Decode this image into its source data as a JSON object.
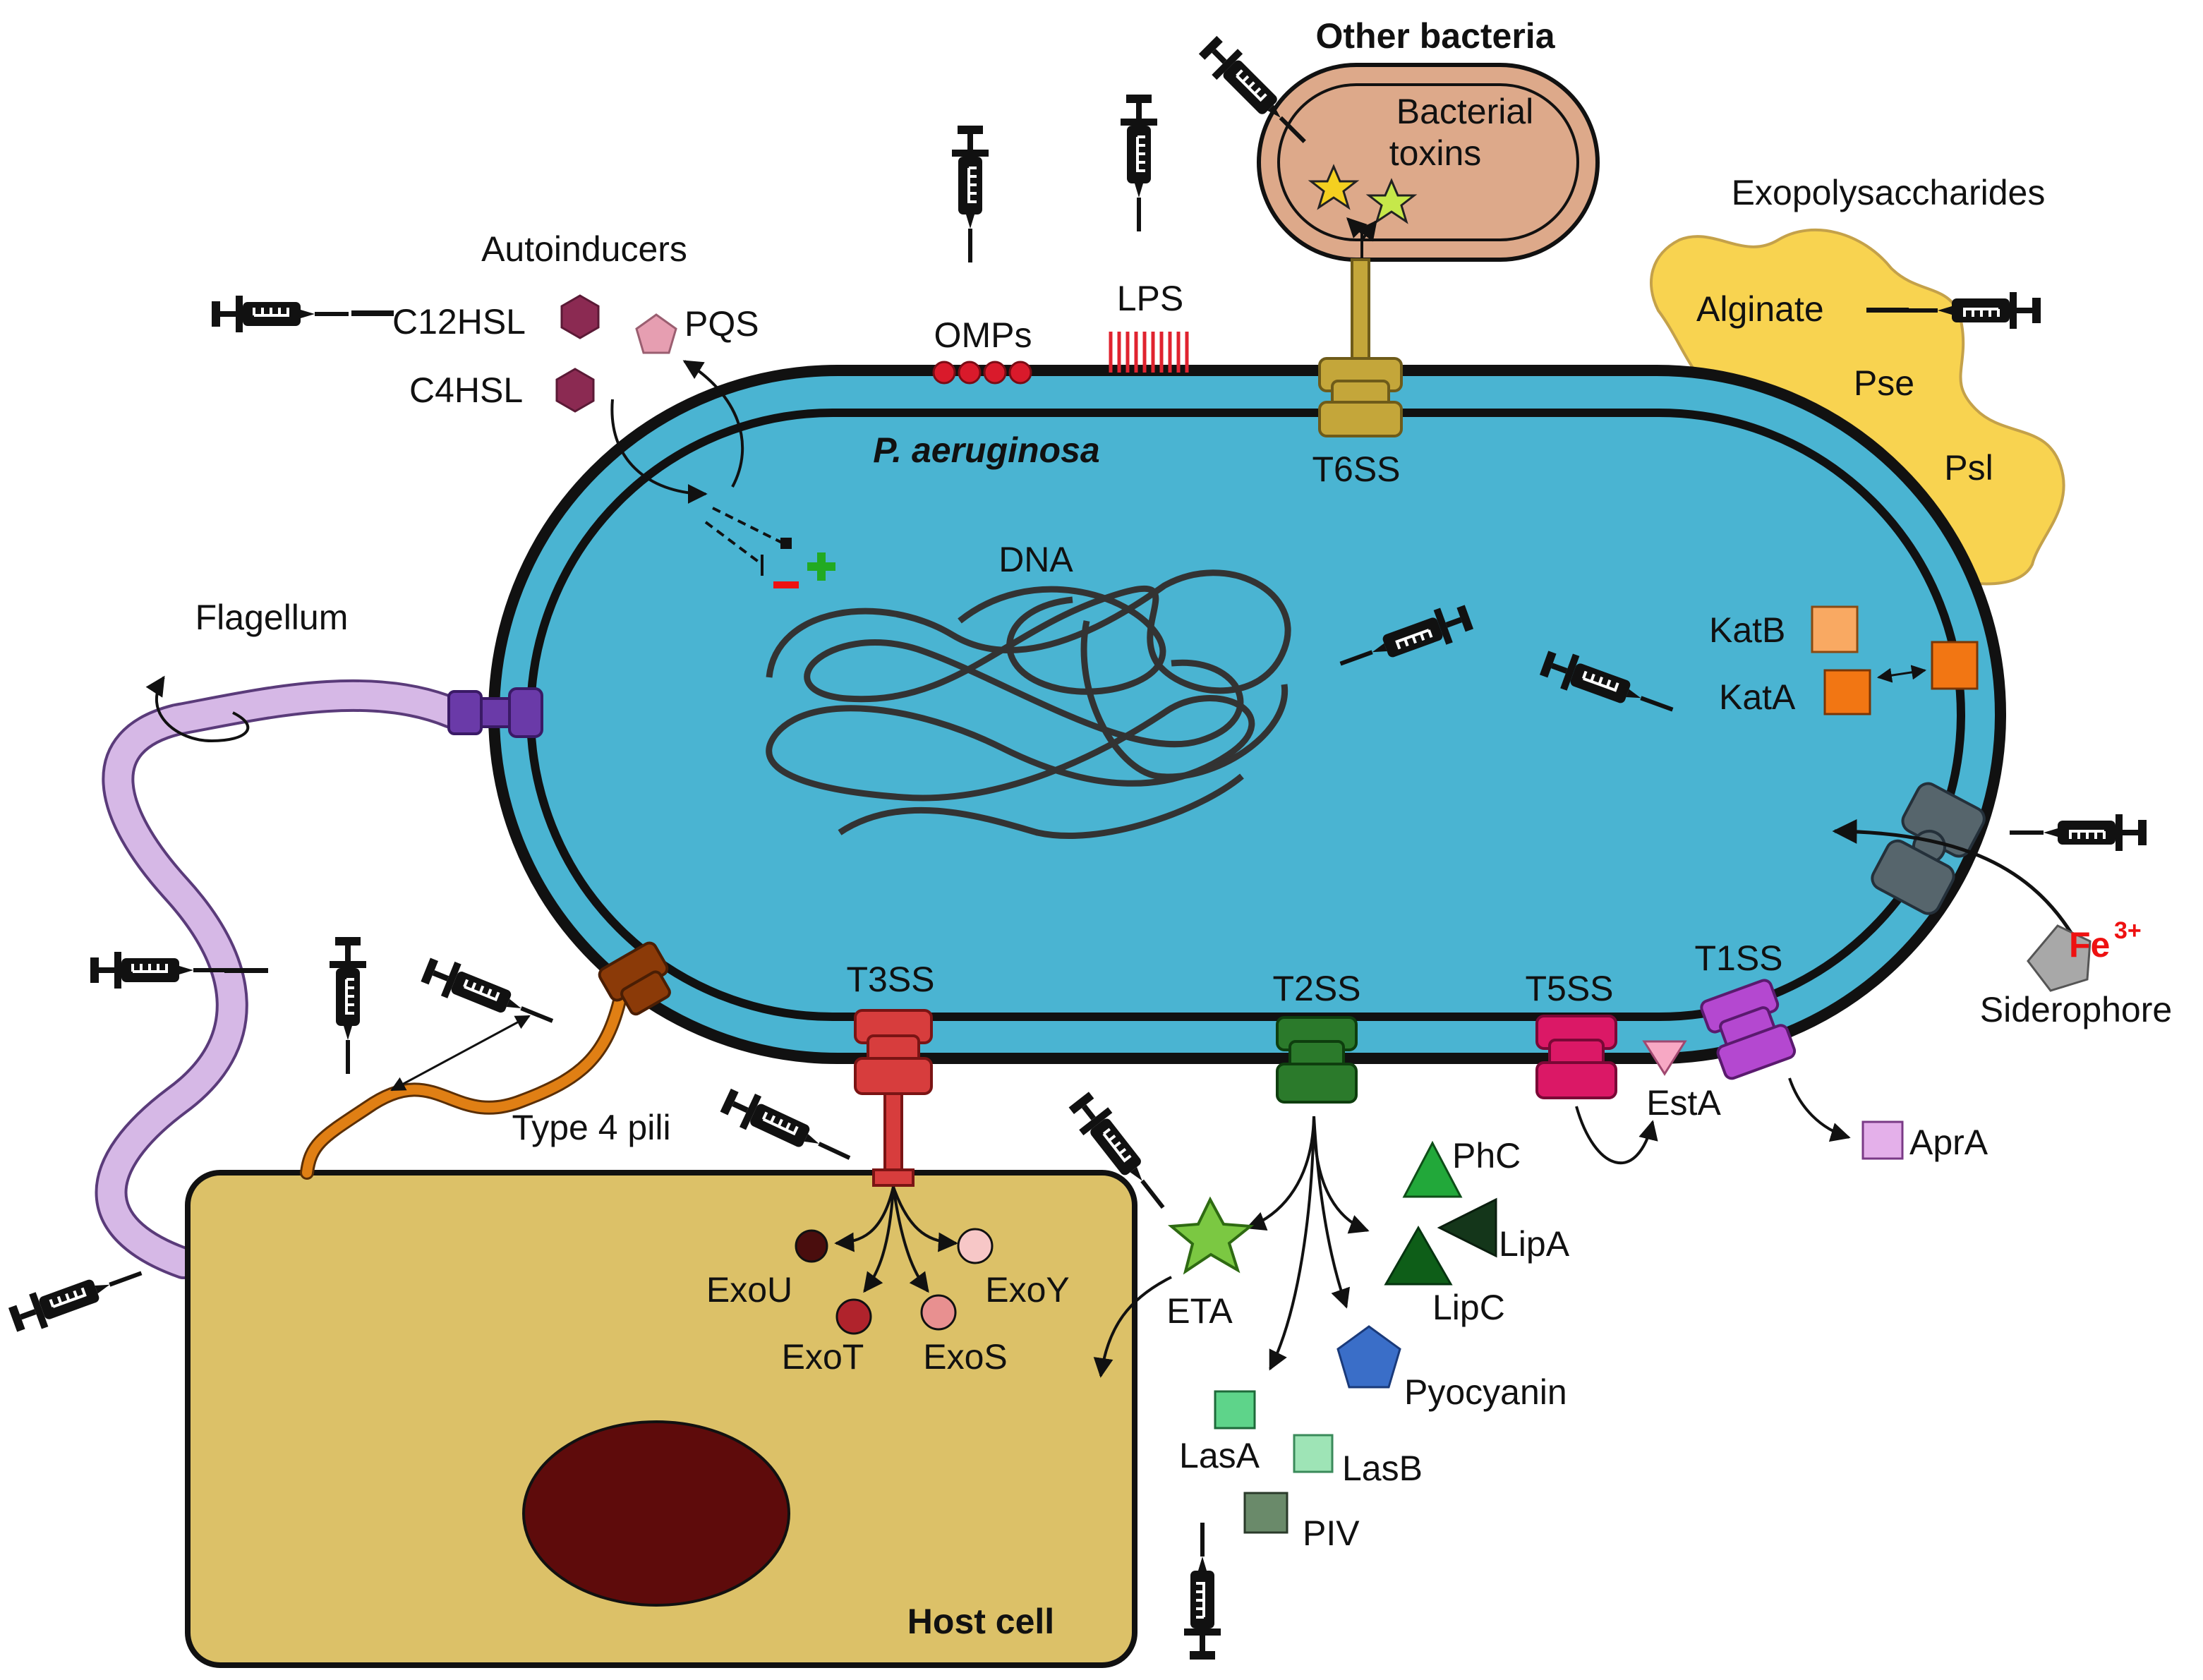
{
  "cells": {
    "bacterium": "P. aeruginosa",
    "host_cell": "Host cell",
    "other_bacteria": "Other bacteria",
    "bacterial_toxins_1": "Bacterial",
    "bacterial_toxins_2": "toxins",
    "dna": "DNA"
  },
  "autoinducers": {
    "title": "Autoinducers",
    "c12hsl": "C12HSL",
    "c4hsl": "C4HSL",
    "pqs": "PQS"
  },
  "surface": {
    "omps": "OMPs",
    "lps": "LPS",
    "t6ss": "T6SS",
    "flagellum": "Flagellum",
    "type4pili": "Type 4 pili"
  },
  "exopolysaccharides": {
    "title": "Exopolysaccharides",
    "alginate": "Alginate",
    "pse": "Pse",
    "psl": "Psl"
  },
  "secretion": {
    "t3ss": "T3SS",
    "t2ss": "T2SS",
    "t5ss": "T5SS",
    "t1ss": "T1SS"
  },
  "t3ss_effectors": {
    "exou": "ExoU",
    "exot": "ExoT",
    "exoy": "ExoY",
    "exos": "ExoS"
  },
  "t2ss_products": {
    "eta": "ETA",
    "phc": "PhC",
    "lipa": "LipA",
    "lipc": "LipC",
    "pyocyanin": "Pyocyanin",
    "lasa": "LasA",
    "lasb": "LasB",
    "piv": "PIV"
  },
  "other_products": {
    "esta": "EstA",
    "apra": "AprA",
    "katb": "KatB",
    "kata": "KatA",
    "siderophore": "Siderophore",
    "fe": "Fe",
    "fe_charge": "3+"
  },
  "colors": {
    "cytoplasm": "#4ab4d2",
    "host_cell": "#dcc168",
    "nucleus": "#5e0b0b",
    "other_bacteria": "#dda98a",
    "exopolysaccharide": "#f8d350",
    "flagellum": "#d6b8e6",
    "pili": "#e07f14",
    "t3ss": "#d73d3d",
    "t2ss": "#2b7a2b",
    "t5ss": "#db1866",
    "t1ss": "#b448d0",
    "t6ss": "#c4a63a",
    "iron_transporter": "#56656c"
  }
}
